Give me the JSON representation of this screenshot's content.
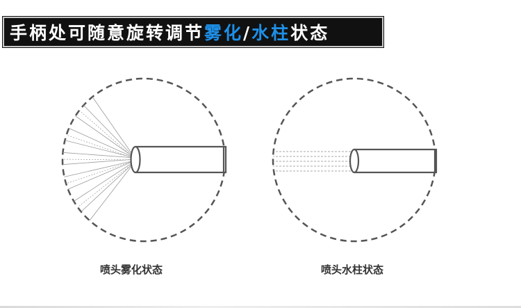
{
  "banner": {
    "title_prefix": "手柄处可随意旋转调节",
    "title_accent_1": "雾化",
    "title_sep": "/",
    "title_accent_2": "水柱",
    "title_suffix": "状态"
  },
  "captions": {
    "mist": "喷头雾化状态",
    "jet": "喷头水柱状态"
  },
  "colors": {
    "banner_bg": "#111111",
    "accent": "#1e90e8",
    "line": "#555555"
  }
}
